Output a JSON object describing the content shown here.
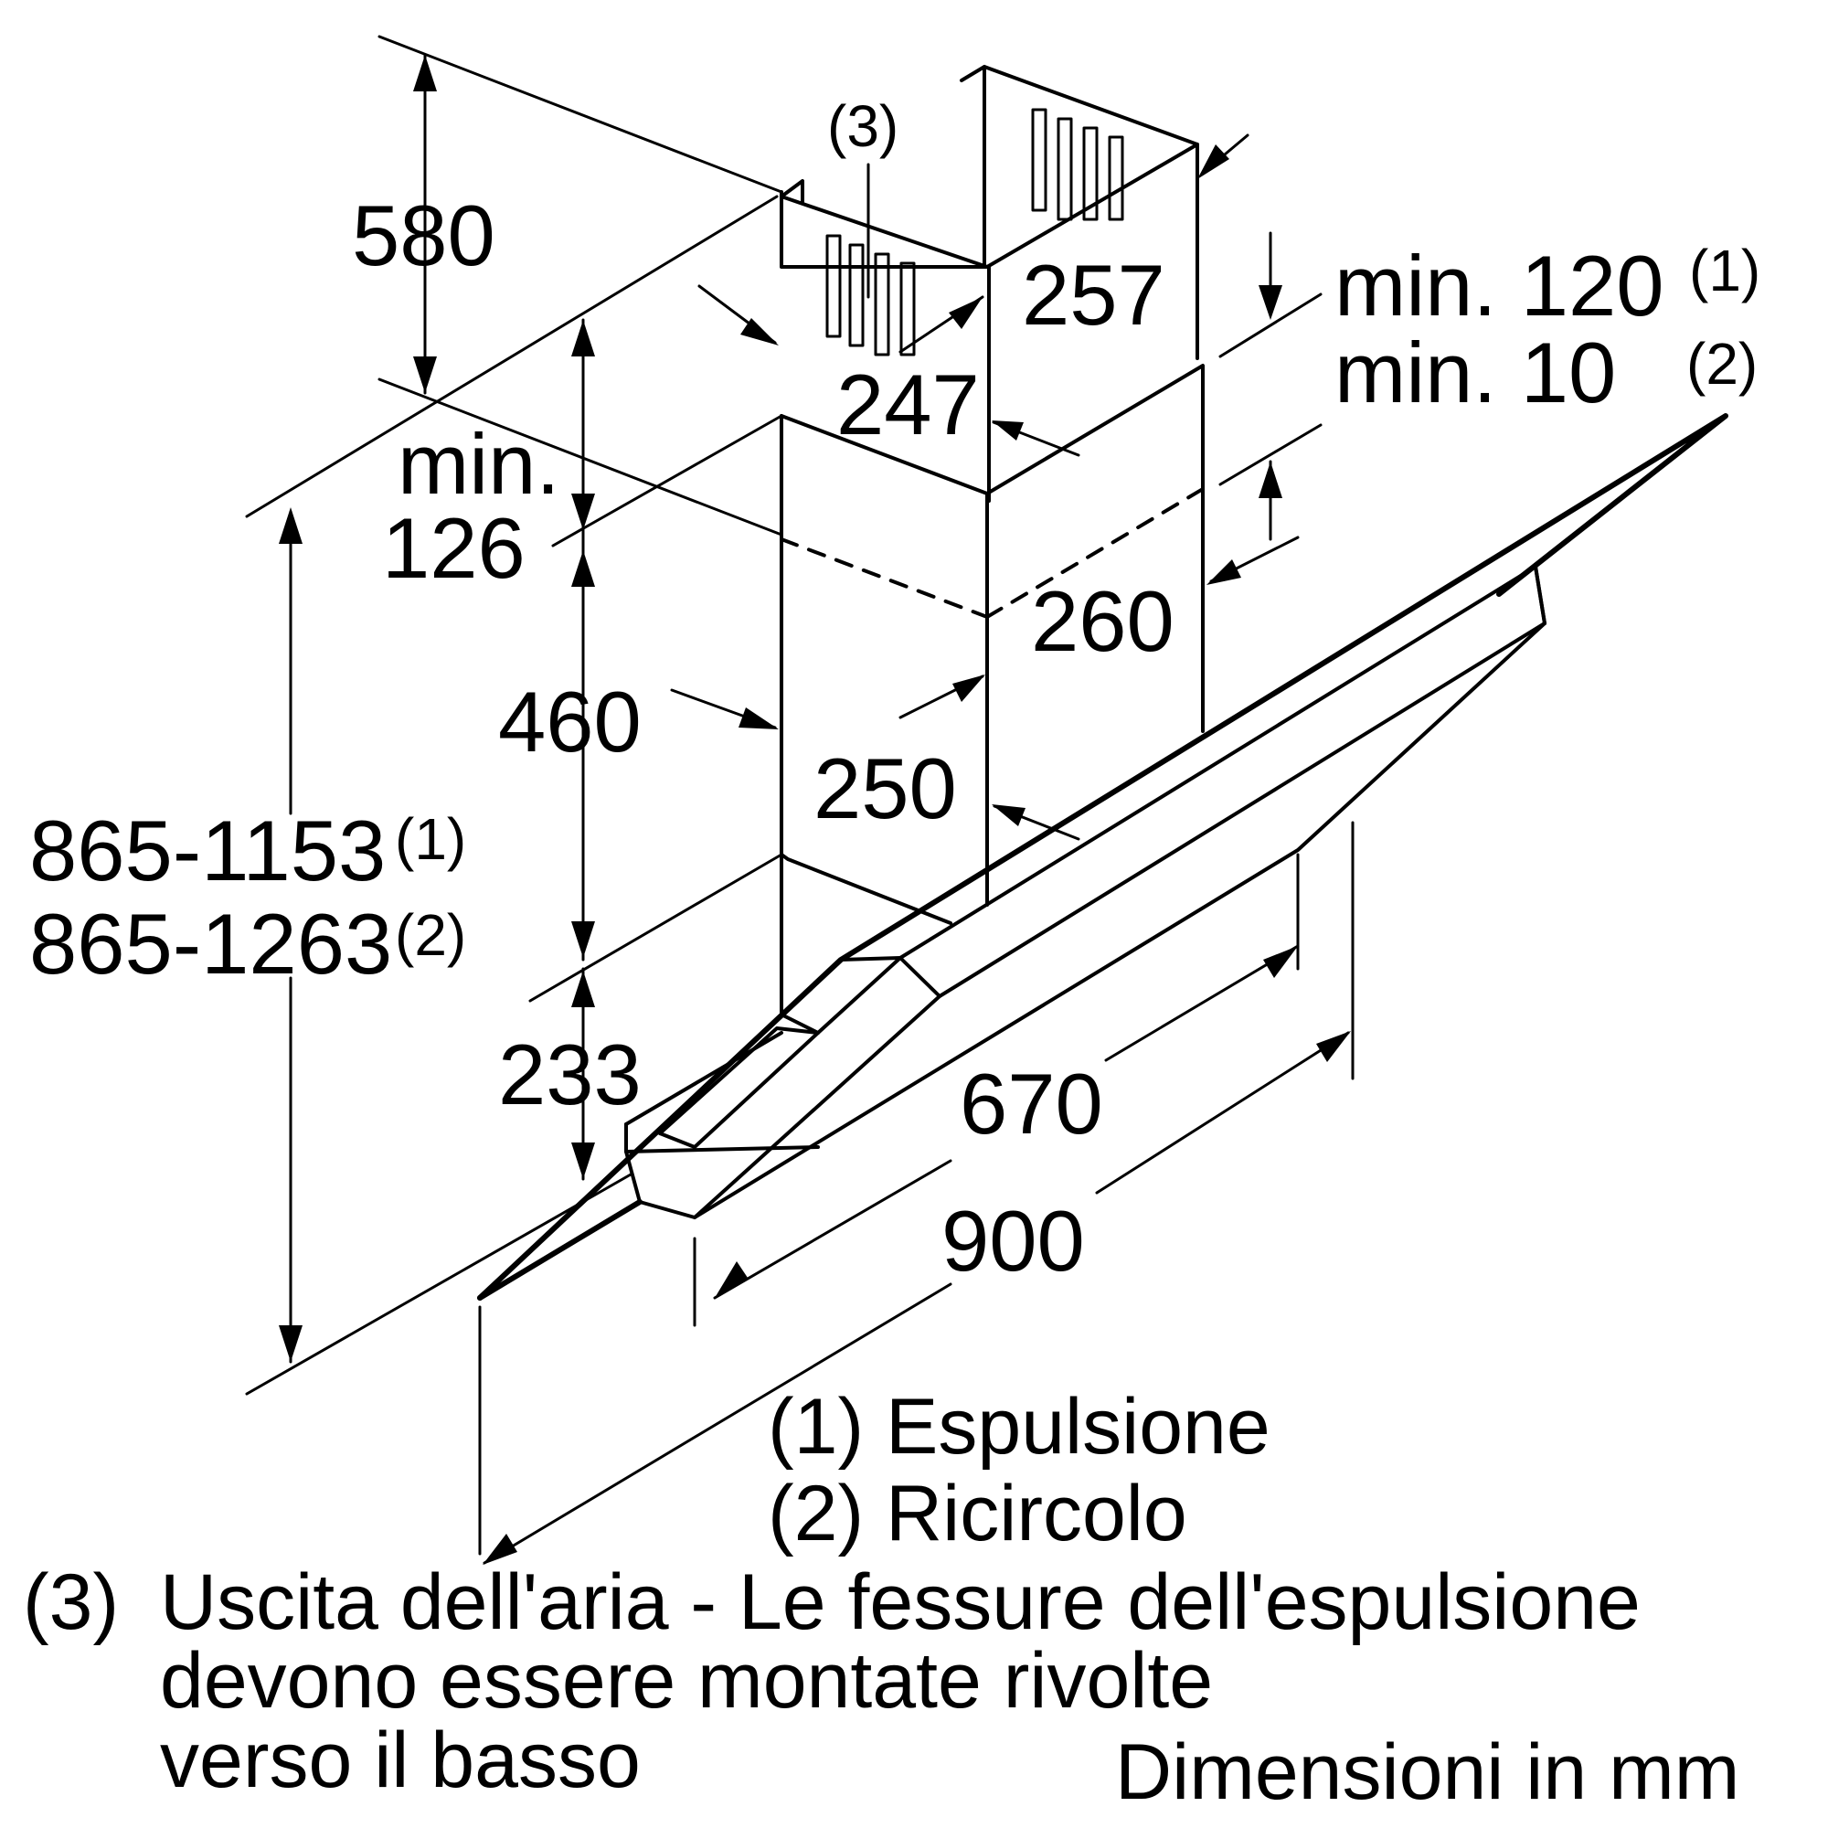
{
  "dimensions": {
    "h580": "580",
    "c3": "(3)",
    "d257": "257",
    "d247": "247",
    "min120": "min. 120",
    "sup1a": "(1)",
    "min10": "min. 10",
    "sup2a": "(2)",
    "min_word": "min.",
    "d126": "126",
    "d260": "260",
    "d460": "460",
    "d250": "250",
    "h1": "865-1153",
    "sup1b": "(1)",
    "h2": "865-1263",
    "sup2b": "(2)",
    "d233": "233",
    "d670": "670",
    "d900": "900"
  },
  "legend": {
    "l1": "(1) Espulsione",
    "l2": "(2) Ricircolo",
    "l3_num": "(3)",
    "l3_a": "Uscita dell'aria - Le fessure dell'espulsione",
    "l3_b": "devono essere montate rivolte",
    "l3_c": "verso il basso",
    "units": "Dimensioni in mm"
  }
}
